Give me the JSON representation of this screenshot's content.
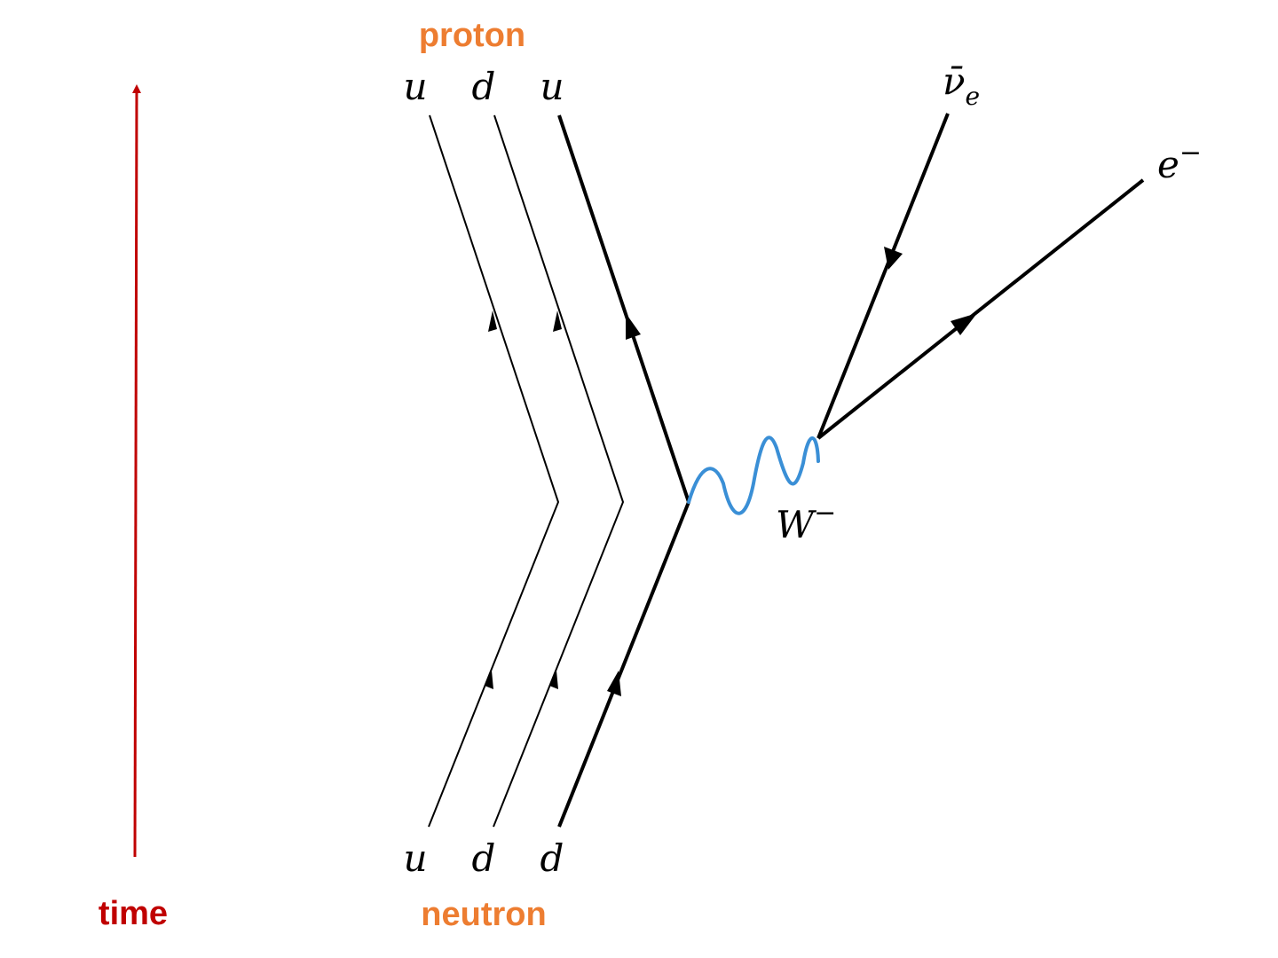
{
  "colors": {
    "time_axis": "#c00000",
    "hadron_label": "#ed7d31",
    "boson": "#3a8fd6",
    "line": "#000000"
  },
  "labels": {
    "time": "time",
    "proton": "proton",
    "neutron": "neutron",
    "proton_quarks": [
      "u",
      "d",
      "u"
    ],
    "neutron_quarks": [
      "u",
      "d",
      "d"
    ],
    "boson": "W",
    "boson_charge": "−",
    "antineutrino": "ν̄",
    "antineutrino_sub": "e",
    "electron": "e",
    "electron_charge": "−"
  }
}
